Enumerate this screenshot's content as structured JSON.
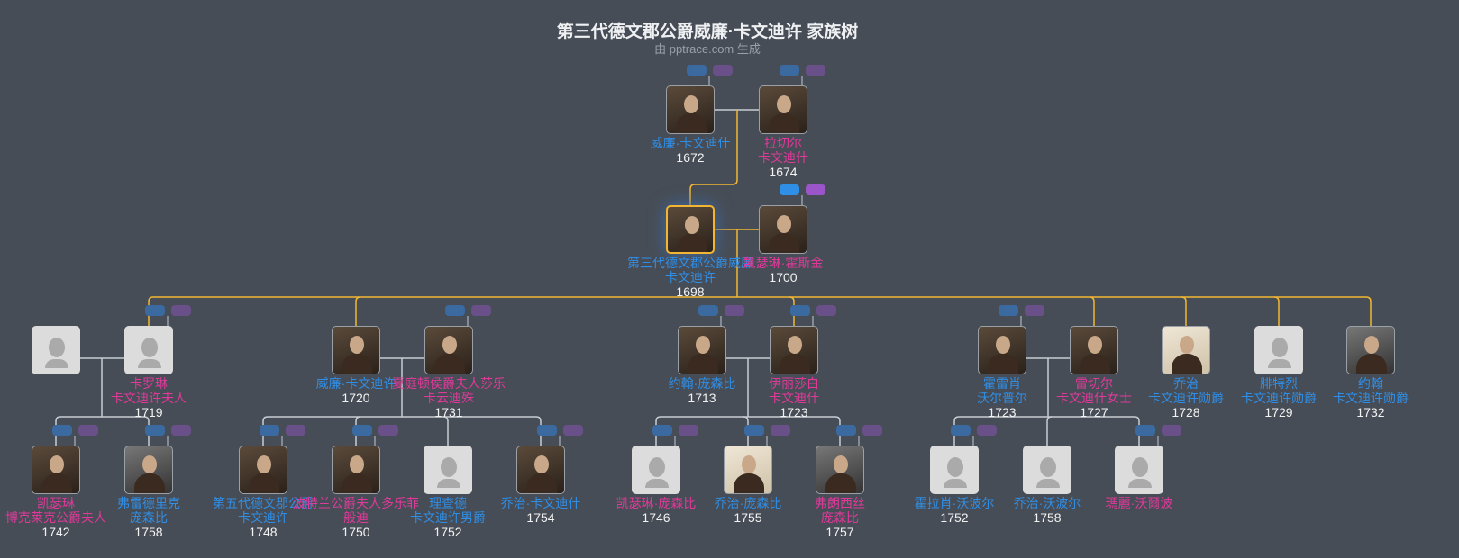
{
  "header": {
    "title": "第三代德文郡公爵威廉·卡文迪许 家族树",
    "subtitle": "由 pptrace.com 生成"
  },
  "colors": {
    "background": "#474d56",
    "male": "#2f8ee6",
    "female": "#e0399a",
    "lineage": "#f2b632",
    "focus": "#f2b632"
  },
  "people": [
    {
      "name": [
        "威廉·卡文迪什"
      ],
      "year": "1672",
      "gender": "male",
      "portrait": "photo"
    },
    {
      "name": [
        "拉切尔",
        "卡文迪什"
      ],
      "year": "1674",
      "gender": "female",
      "portrait": "photo"
    },
    {
      "name": [
        "第三代德文郡公爵威廉",
        "卡文迪许"
      ],
      "year": "1698",
      "gender": "male",
      "portrait": "photo",
      "focus": true
    },
    {
      "name": [
        "凯瑟琳·霍斯金"
      ],
      "year": "1700",
      "gender": "female",
      "portrait": "photo"
    },
    {
      "name": [
        ""
      ],
      "year": "",
      "gender": "male",
      "portrait": "unknown"
    },
    {
      "name": [
        "卡罗琳",
        "卡文迪许夫人"
      ],
      "year": "1719",
      "gender": "female",
      "portrait": "unknown"
    },
    {
      "name": [
        "威廉·卡文迪许"
      ],
      "year": "1720",
      "gender": "male",
      "portrait": "photo"
    },
    {
      "name": [
        "夏庭顿侯爵夫人莎乐",
        "卡云迪殊"
      ],
      "year": "1731",
      "gender": "female",
      "portrait": "photo"
    },
    {
      "name": [
        "约翰·庞森比"
      ],
      "year": "1713",
      "gender": "male",
      "portrait": "photo"
    },
    {
      "name": [
        "伊丽莎白",
        "卡文迪什"
      ],
      "year": "1723",
      "gender": "female",
      "portrait": "photo"
    },
    {
      "name": [
        "霍雷肖",
        "沃尔普尔"
      ],
      "year": "1723",
      "gender": "male",
      "portrait": "photo"
    },
    {
      "name": [
        "雷切尔",
        "卡文迪什女士"
      ],
      "year": "1727",
      "gender": "female",
      "portrait": "photo"
    },
    {
      "name": [
        "乔治",
        "卡文迪许勋爵"
      ],
      "year": "1728",
      "gender": "male",
      "portrait": "light"
    },
    {
      "name": [
        "腓特烈",
        "卡文迪许勋爵"
      ],
      "year": "1729",
      "gender": "male",
      "portrait": "unknown"
    },
    {
      "name": [
        "约翰",
        "卡文迪许勋爵"
      ],
      "year": "1732",
      "gender": "male",
      "portrait": "gray"
    },
    {
      "name": [
        "凯瑟琳",
        "博克莱克公爵夫人"
      ],
      "year": "1742",
      "gender": "female",
      "portrait": "photo"
    },
    {
      "name": [
        "弗雷德里克",
        "庞森比"
      ],
      "year": "1758",
      "gender": "male",
      "portrait": "gray"
    },
    {
      "name": [
        "第五代德文郡公爵",
        "卡文迪许"
      ],
      "year": "1748",
      "gender": "male",
      "portrait": "photo"
    },
    {
      "name": [
        "波特兰公爵夫人多乐菲",
        "般迪"
      ],
      "year": "1750",
      "gender": "female",
      "portrait": "photo"
    },
    {
      "name": [
        "理查德",
        "卡文迪许男爵"
      ],
      "year": "1752",
      "gender": "male",
      "portrait": "unknown"
    },
    {
      "name": [
        "乔治·卡文迪什"
      ],
      "year": "1754",
      "gender": "male",
      "portrait": "photo"
    },
    {
      "name": [
        "凯瑟琳·庞森比"
      ],
      "year": "1746",
      "gender": "female",
      "portrait": "unknown"
    },
    {
      "name": [
        "乔治·庞森比"
      ],
      "year": "1755",
      "gender": "male",
      "portrait": "light"
    },
    {
      "name": [
        "弗朗西丝",
        "庞森比"
      ],
      "year": "1757",
      "gender": "female",
      "portrait": "gray"
    },
    {
      "name": [
        "霍拉肖·沃波尔"
      ],
      "year": "1752",
      "gender": "male",
      "portrait": "unknown"
    },
    {
      "name": [
        "乔治·沃波尔"
      ],
      "year": "1758",
      "gender": "male",
      "portrait": "unknown"
    },
    {
      "name": [
        "瑪麗·沃爾波"
      ],
      "year": "",
      "gender": "female",
      "portrait": "unknown"
    }
  ]
}
